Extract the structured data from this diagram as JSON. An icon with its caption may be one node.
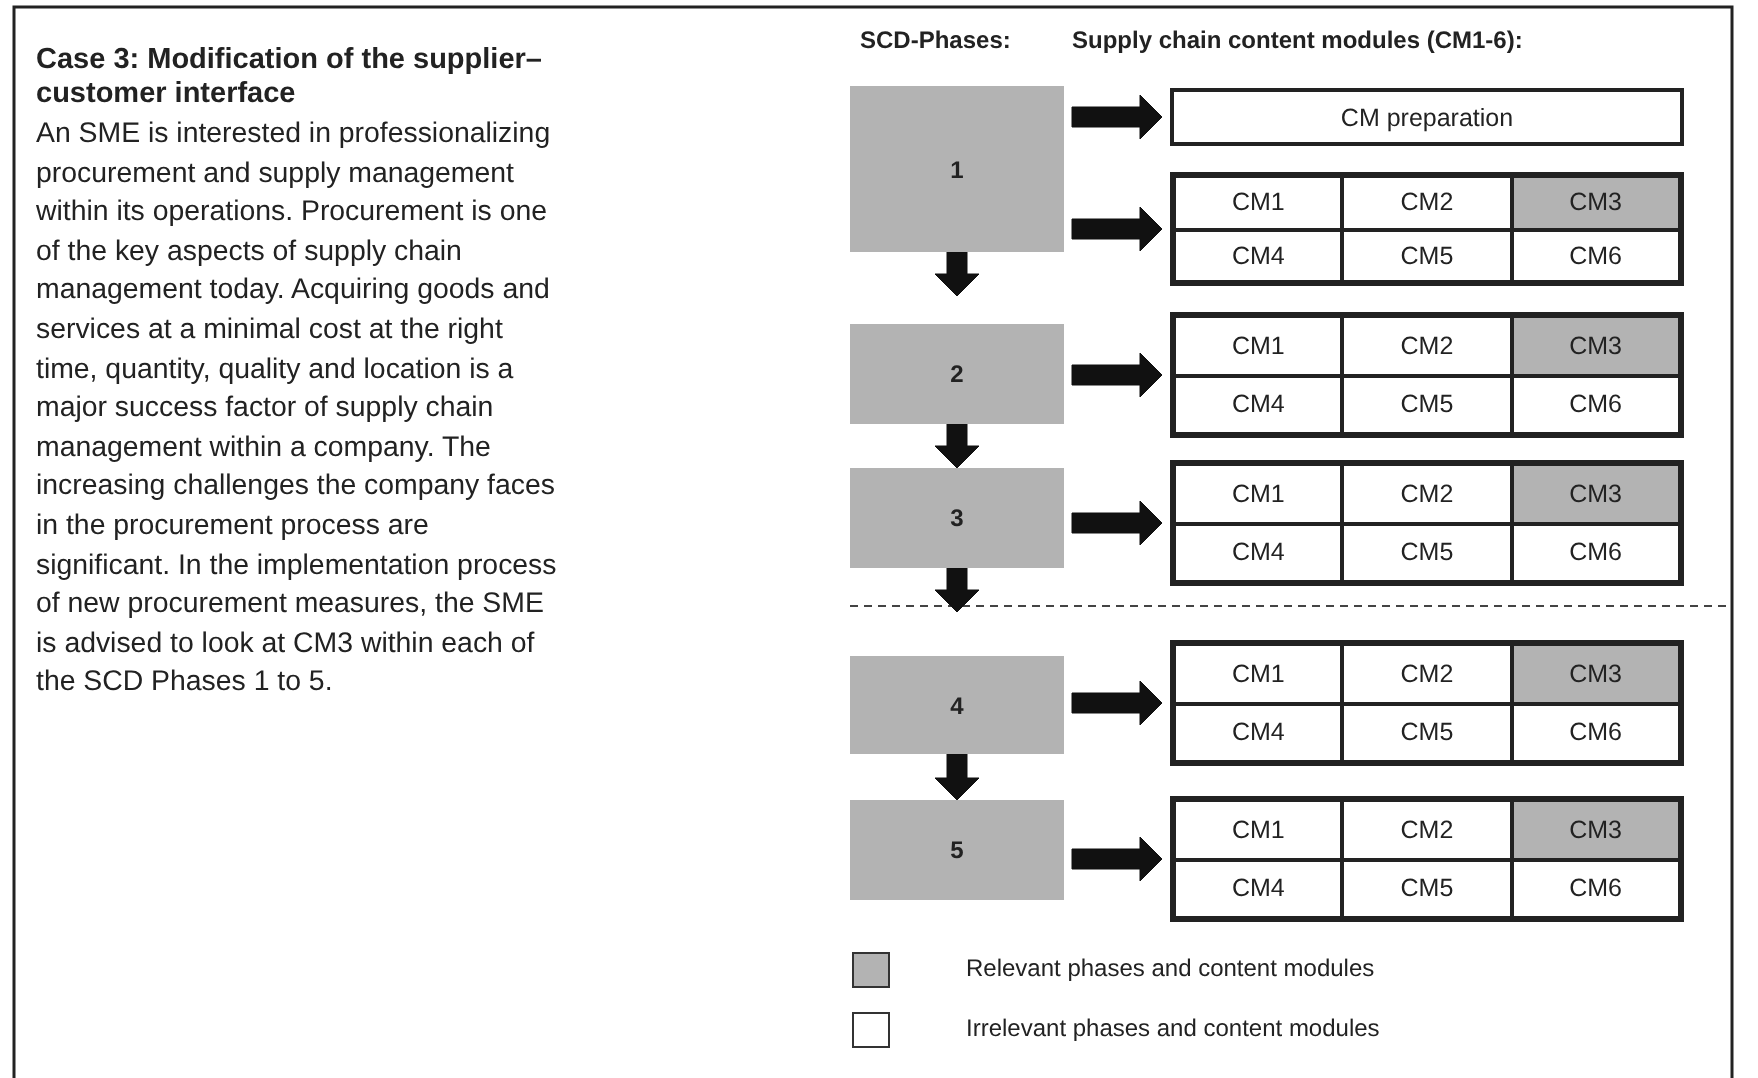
{
  "diagram": {
    "title": "Case 3: Modification of the supplier–customer interface",
    "labels": [
      "An SME is interested in professionalizing procurement and supply management within its operations. Procurement is one of the key aspects of supply chain management today. Acquiring goods and services at a minimal cost at the right time, quantity, quality and location is a major success factor of supply chain management within a company. The increasing challenges the company faces in the procurement process are significant. In the implementation process of new procurement measures, the SME is advised to look at CM3 within each of the SCD Phases 1 to 5.",
      "SCD-Phases:",
      "Supply chain content modules (CM1-6):"
    ],
    "nodes": [
      {
        "text": [
          "1"
        ]
      },
      {
        "text": [
          "CM preparation"
        ]
      },
      {
        "text": [],
        "shape": "box"
      },
      {
        "text": [
          "CM1"
        ],
        "in": 2
      },
      {
        "text": [
          "CM2"
        ],
        "in": 2
      },
      {
        "text": [
          "CM3"
        ],
        "in": 2
      },
      {
        "text": [
          "CM4"
        ],
        "in": 2
      },
      {
        "text": [
          "CM5"
        ],
        "in": 2
      },
      {
        "text": [
          "CM6"
        ],
        "in": 2
      },
      {
        "text": [
          "2"
        ]
      },
      {
        "text": [],
        "shape": "box"
      },
      {
        "text": [
          "CM1"
        ],
        "in": 10
      },
      {
        "text": [
          "CM2"
        ],
        "in": 10
      },
      {
        "text": [
          "CM3"
        ],
        "in": 10
      },
      {
        "text": [
          "CM4"
        ],
        "in": 10
      },
      {
        "text": [
          "CM5"
        ],
        "in": 10
      },
      {
        "text": [
          "CM6"
        ],
        "in": 10
      },
      {
        "text": [
          "3"
        ]
      },
      {
        "text": [],
        "shape": "box"
      },
      {
        "text": [
          "CM1"
        ],
        "in": 18
      },
      {
        "text": [
          "CM2"
        ],
        "in": 18
      },
      {
        "text": [
          "CM3"
        ],
        "in": 18
      },
      {
        "text": [
          "CM4"
        ],
        "in": 18
      },
      {
        "text": [
          "CM5"
        ],
        "in": 18
      },
      {
        "text": [
          "CM6"
        ],
        "in": 18
      },
      {
        "text": [
          "4"
        ]
      },
      {
        "text": [],
        "shape": "box"
      },
      {
        "text": [
          "CM1"
        ],
        "in": 26
      },
      {
        "text": [
          "CM2"
        ],
        "in": 26
      },
      {
        "text": [
          "CM3"
        ],
        "in": 26
      },
      {
        "text": [
          "CM4"
        ],
        "in": 26
      },
      {
        "text": [
          "CM5"
        ],
        "in": 26
      },
      {
        "text": [
          "CM6"
        ],
        "in": 26
      },
      {
        "text": [
          "5"
        ]
      },
      {
        "text": [],
        "shape": "box"
      },
      {
        "text": [
          "CM1"
        ],
        "in": 34
      },
      {
        "text": [
          "CM2"
        ],
        "in": 34
      },
      {
        "text": [
          "CM3"
        ],
        "in": 34
      },
      {
        "text": [
          "CM4"
        ],
        "in": 34
      },
      {
        "text": [
          "CM5"
        ],
        "in": 34
      },
      {
        "text": [
          "CM6"
        ],
        "in": 34
      }
    ],
    "edges": [
      {
        "from": 0,
        "to": 1,
        "arrow": "to"
      },
      {
        "from": 0,
        "to": 2,
        "arrow": "to"
      },
      {
        "from": 0,
        "to": 9,
        "arrow": "to"
      },
      {
        "from": 9,
        "to": 10,
        "arrow": "to"
      },
      {
        "from": 9,
        "to": 17,
        "arrow": "to"
      },
      {
        "from": 17,
        "to": 18,
        "arrow": "to"
      },
      {
        "from": 17,
        "to": 25,
        "arrow": "to"
      },
      {
        "from": 25,
        "to": 26,
        "arrow": "to"
      },
      {
        "from": 25,
        "to": 33,
        "arrow": "to"
      },
      {
        "from": 33,
        "to": 34,
        "arrow": "to"
      }
    ],
    "legend": [
      {
        "text": "Relevant phases and content modules",
        "color": "#b3b3b3"
      },
      {
        "text": "Irrelevant phases and content modules",
        "color": "#ffffff"
      }
    ]
  }
}
